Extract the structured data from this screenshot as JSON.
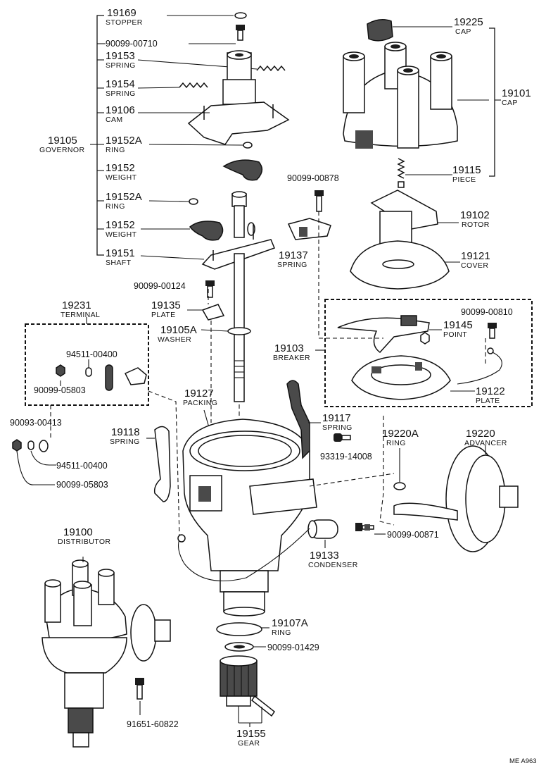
{
  "footer_code": "ME A963",
  "labels": {
    "stopper": {
      "num": "19169",
      "name": "STOPPER"
    },
    "bolt_710": {
      "code": "90099-00710"
    },
    "spring_153": {
      "num": "19153",
      "name": "SPRING"
    },
    "spring_154": {
      "num": "19154",
      "name": "SPRING"
    },
    "cam": {
      "num": "19106",
      "name": "CAM"
    },
    "governor": {
      "num": "19105",
      "name": "GOVERNOR"
    },
    "ring_a1": {
      "num": "19152A",
      "name": "RING"
    },
    "weight_1": {
      "num": "19152",
      "name": "WEIGHT"
    },
    "ring_a2": {
      "num": "19152A",
      "name": "RING"
    },
    "weight_2": {
      "num": "19152",
      "name": "WEIGHT"
    },
    "shaft": {
      "num": "19151",
      "name": "SHAFT"
    },
    "cap_225": {
      "num": "19225",
      "name": "CAP"
    },
    "cap_101": {
      "num": "19101",
      "name": "CAP"
    },
    "piece": {
      "num": "19115",
      "name": "PIECE"
    },
    "bolt_878": {
      "code": "90099-00878"
    },
    "rotor": {
      "num": "19102",
      "name": "ROTOR"
    },
    "spring_137": {
      "num": "19137",
      "name": "SPRING"
    },
    "cover": {
      "num": "19121",
      "name": "COVER"
    },
    "bolt_124": {
      "code": "90099-00124"
    },
    "plate_135": {
      "num": "19135",
      "name": "PLATE"
    },
    "washer": {
      "num": "19105A",
      "name": "WASHER"
    },
    "terminal": {
      "num": "19231",
      "name": "TERMINAL"
    },
    "nut_400_a": {
      "code": "94511-00400"
    },
    "nut_803_a": {
      "code": "90099-05803"
    },
    "bolt_413": {
      "code": "90093-00413"
    },
    "nut_400_b": {
      "code": "94511-00400"
    },
    "nut_803_b": {
      "code": "90099-05803"
    },
    "packing": {
      "num": "19127",
      "name": "PACKING"
    },
    "breaker": {
      "num": "19103",
      "name": "BREAKER"
    },
    "bolt_810": {
      "code": "90099-00810"
    },
    "point": {
      "num": "19145",
      "name": "POINT"
    },
    "plate_122": {
      "num": "19122",
      "name": "PLATE"
    },
    "spring_117": {
      "num": "19117",
      "name": "SPRING"
    },
    "spring_118": {
      "num": "19118",
      "name": "SPRING"
    },
    "screw_008": {
      "code": "93319-14008"
    },
    "ring_220a": {
      "num": "19220A",
      "name": "RING"
    },
    "advancer": {
      "num": "19220",
      "name": "ADVANCER"
    },
    "bolt_871": {
      "code": "90099-00871"
    },
    "distributor": {
      "num": "19100",
      "name": "DISTRIBUTOR"
    },
    "condenser": {
      "num": "19133",
      "name": "CONDENSER"
    },
    "ring_107a": {
      "num": "19107A",
      "name": "RING"
    },
    "washer_429": {
      "code": "90099-01429"
    },
    "bolt_822": {
      "code": "91651-60822"
    },
    "gear": {
      "num": "19155",
      "name": "GEAR"
    }
  }
}
